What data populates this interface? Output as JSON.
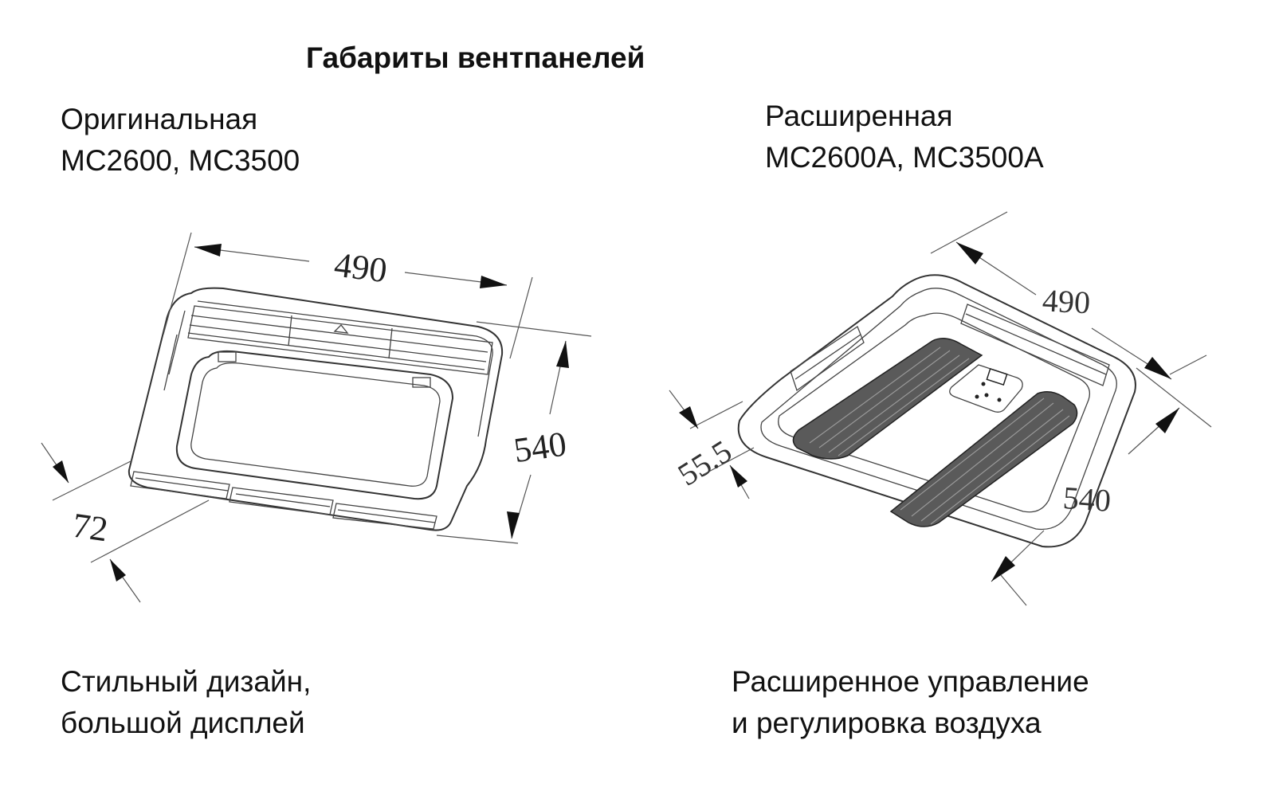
{
  "title": "Габариты вентпанелей",
  "left_panel": {
    "name": "Оригинальная",
    "models": "MC2600,  MC3500",
    "description_line1": "Стильный дизайн,",
    "description_line2": "большой дисплей",
    "dimensions": {
      "width": "490",
      "depth": "540",
      "height": "72"
    }
  },
  "right_panel": {
    "name": "Расширенная",
    "models": "MC2600A,  MC3500A",
    "description_line1": "Расширенное управление",
    "description_line2": "и регулировка воздуха",
    "dimensions": {
      "width": "490",
      "depth": "540",
      "height": "55.5"
    }
  }
}
